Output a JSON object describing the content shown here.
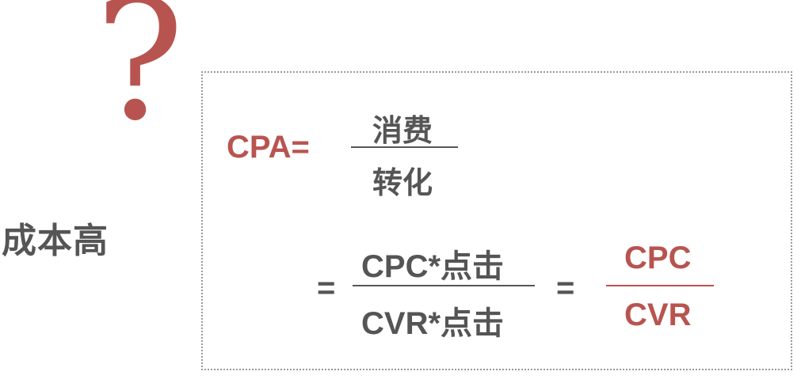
{
  "decor": {
    "question_mark": "?"
  },
  "side_label": "成本高",
  "formula": {
    "lhs": "CPA=",
    "frac1": {
      "numerator": "消费",
      "denominator": "转化"
    },
    "eq2": "=",
    "frac2": {
      "numerator": "CPC*点击",
      "denominator": "CVR*点击"
    },
    "eq3": "=",
    "frac3": {
      "numerator": "CPC",
      "denominator": "CVR"
    }
  },
  "colors": {
    "accent": "#b85450",
    "text": "#555555",
    "border": "#9a9a9a"
  }
}
